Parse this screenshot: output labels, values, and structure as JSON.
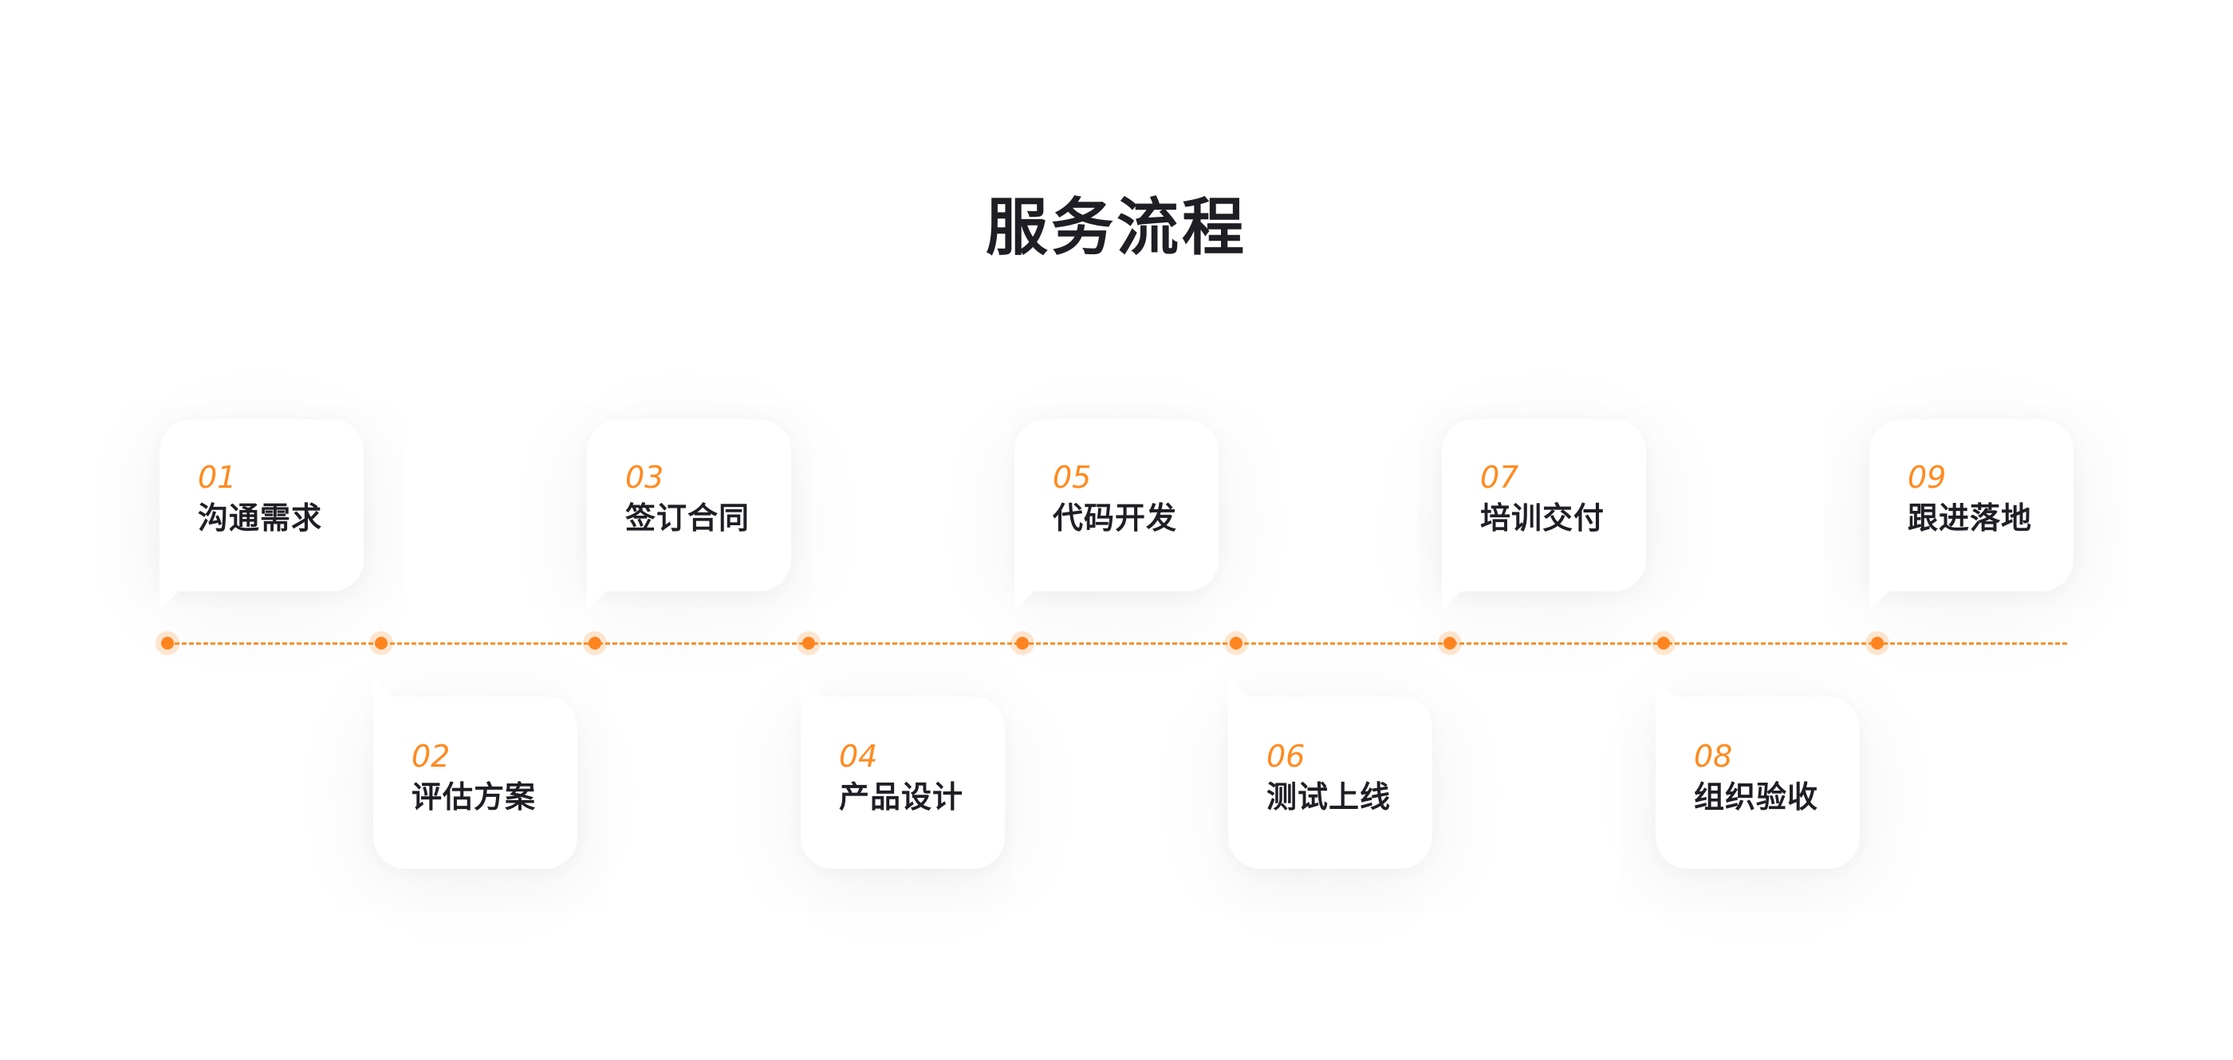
{
  "title": "服务流程",
  "accent_color": "#ff8a1f",
  "steps": [
    {
      "num": "01",
      "label": "沟通需求"
    },
    {
      "num": "02",
      "label": "评估方案"
    },
    {
      "num": "03",
      "label": "签订合同"
    },
    {
      "num": "04",
      "label": "产品设计"
    },
    {
      "num": "05",
      "label": "代码开发"
    },
    {
      "num": "06",
      "label": "测试上线"
    },
    {
      "num": "07",
      "label": "培训交付"
    },
    {
      "num": "08",
      "label": "组织验收"
    },
    {
      "num": "09",
      "label": "跟进落地"
    }
  ]
}
